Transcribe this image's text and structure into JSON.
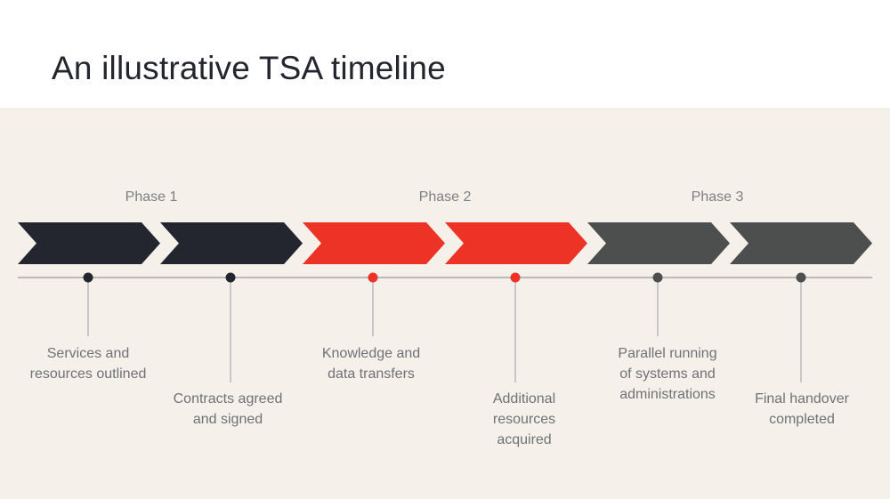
{
  "title": "An illustrative TSA timeline",
  "colors": {
    "phase1": "#23252f",
    "phase2": "#ec3325",
    "phase3": "#4d4f4f",
    "axis": "#b8b9bc",
    "panel": "#f5f1ea"
  },
  "phases": [
    {
      "label": "Phase 1"
    },
    {
      "label": "Phase 2"
    },
    {
      "label": "Phase 3"
    }
  ],
  "steps": [
    {
      "phase": 1,
      "label": "Services and\nresources outlined"
    },
    {
      "phase": 1,
      "label": "Contracts agreed\nand signed"
    },
    {
      "phase": 2,
      "label": "Knowledge and\ndata transfers"
    },
    {
      "phase": 2,
      "label": "Additional\nresources\nacquired"
    },
    {
      "phase": 3,
      "label": "Parallel running\nof systems and\nadministrations"
    },
    {
      "phase": 3,
      "label": "Final handover\ncompleted"
    }
  ]
}
